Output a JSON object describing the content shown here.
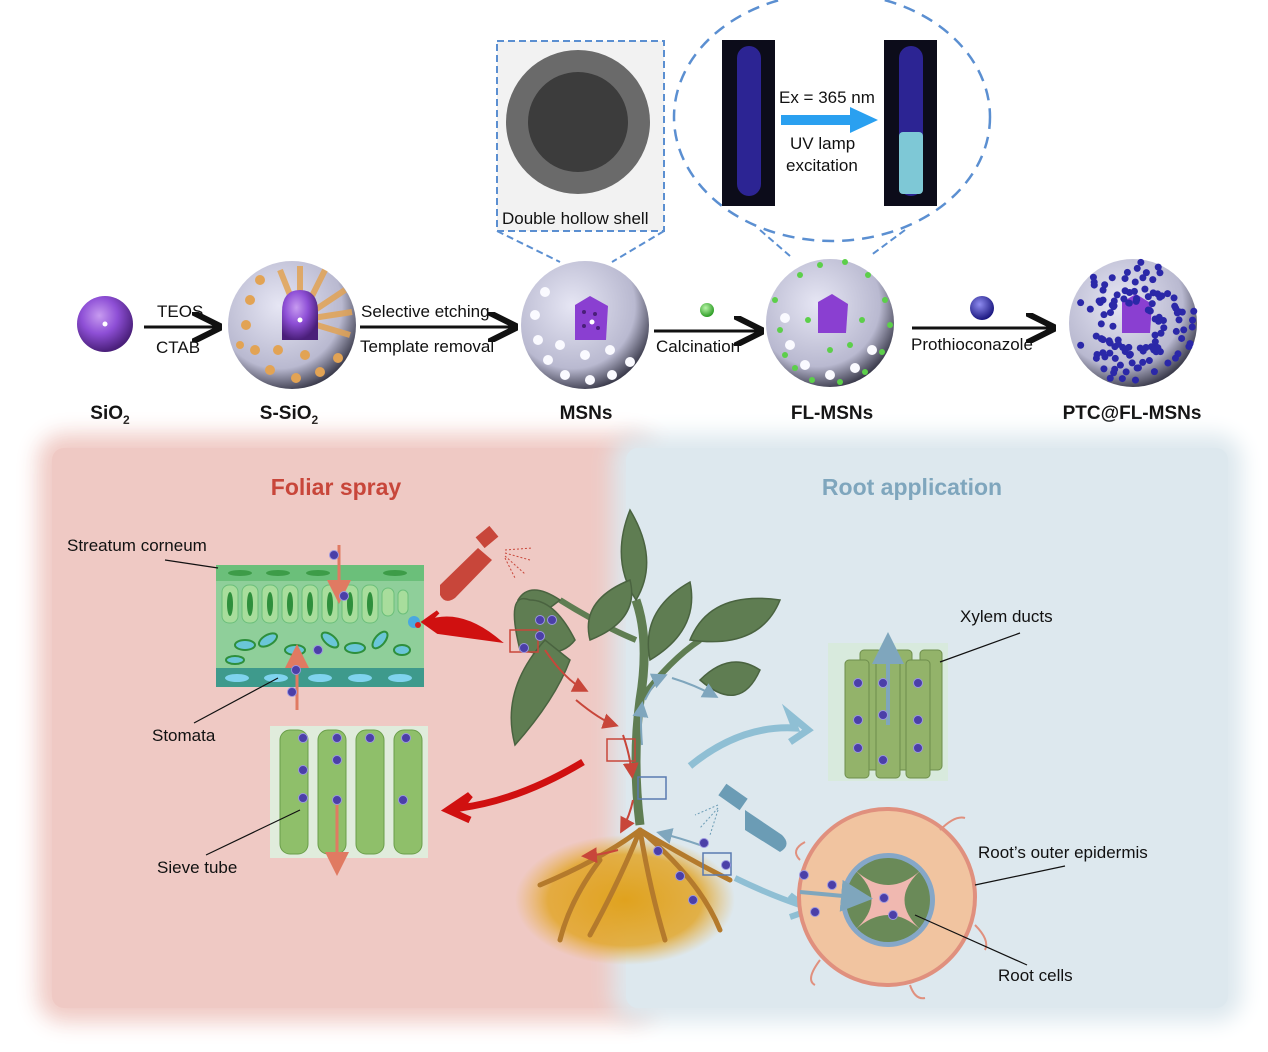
{
  "synthesis": {
    "steps": [
      {
        "name": "SiO",
        "sub": "2"
      },
      {
        "name": "S-SiO",
        "sub": "2"
      },
      {
        "name": "MSNs",
        "sub": ""
      },
      {
        "name": "FL-MSNs",
        "sub": ""
      },
      {
        "name": "PTC@FL-MSNs",
        "sub": ""
      }
    ],
    "arrows": [
      {
        "top": "TEOS",
        "bottom": "CTAB"
      },
      {
        "top": "Selective etching",
        "bottom": "Template removal"
      },
      {
        "top": "",
        "bottom": "Calcination"
      },
      {
        "top": "",
        "bottom": "Prothioconazole"
      }
    ],
    "tem_inset": {
      "caption": "Double hollow shell"
    },
    "uv_inset": {
      "line1": "Ex = 365 nm",
      "line2": "UV lamp",
      "line3": "excitation"
    }
  },
  "foliar": {
    "title": "Foliar spray",
    "labels": {
      "stratum": "Streatum corneum",
      "stomata": "Stomata",
      "sieve": "Sieve tube"
    }
  },
  "root": {
    "title": "Root application",
    "labels": {
      "xylem": "Xylem ducts",
      "epidermis": "Root’s outer epidermis",
      "cells": "Root cells"
    }
  },
  "colors": {
    "foliar_accent": "#c8463a",
    "root_accent": "#7fa6bd",
    "foliar_bg": "#efc7c1",
    "root_bg": "#dde8ee",
    "leaf": "#5f7d52",
    "nanoparticle": "#4b3fa8",
    "fluorescent_green": "#5ccf4a",
    "core_purple": "#8a3fd1",
    "dashed_outline": "#5b8fd1"
  }
}
